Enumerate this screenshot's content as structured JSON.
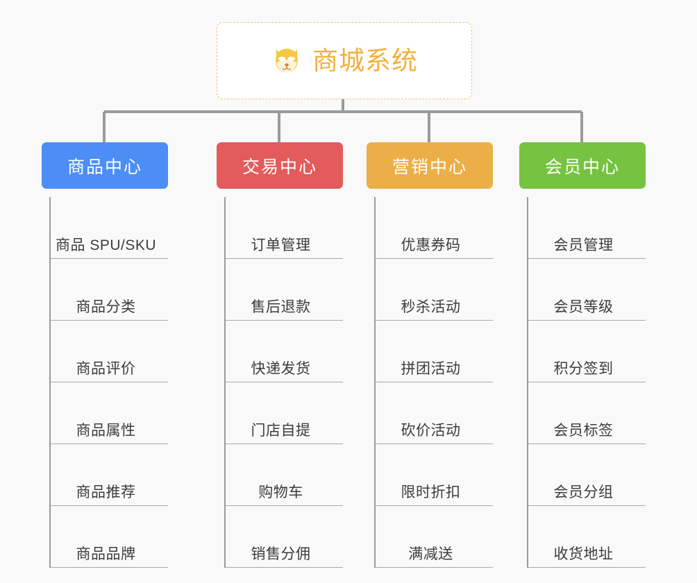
{
  "page": {
    "background_color": "#f9f9f9",
    "connector_color": "#9a9a9a"
  },
  "root": {
    "icon": "dog-face-emoji",
    "title": "商城系统",
    "text_color": "#f2b13c",
    "border_color": "#f3c375",
    "background_color": "#ffffff"
  },
  "columns": [
    {
      "label": "商品中心",
      "color": "#4c8ef5",
      "items": [
        "商品 SPU/SKU",
        "商品分类",
        "商品评价",
        "商品属性",
        "商品推荐",
        "商品品牌"
      ]
    },
    {
      "label": "交易中心",
      "color": "#e35b5b",
      "items": [
        "订单管理",
        "售后退款",
        "快递发货",
        "门店自提",
        "购物车",
        "销售分佣"
      ]
    },
    {
      "label": "营销中心",
      "color": "#ecae47",
      "items": [
        "优惠券码",
        "秒杀活动",
        "拼团活动",
        "砍价活动",
        "限时折扣",
        "满减送"
      ]
    },
    {
      "label": "会员中心",
      "color": "#75c340",
      "items": [
        "会员管理",
        "会员等级",
        "积分签到",
        "会员标签",
        "会员分组",
        "收货地址"
      ]
    }
  ]
}
